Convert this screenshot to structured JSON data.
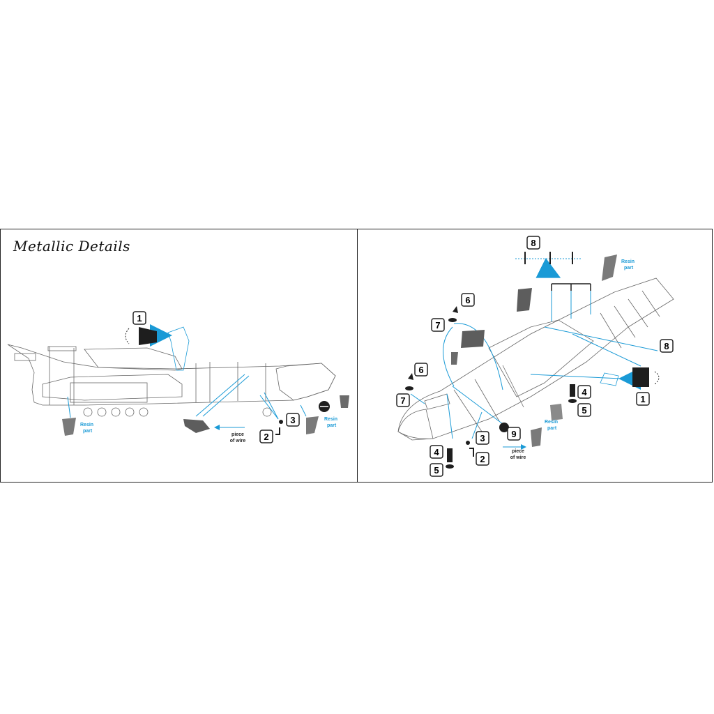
{
  "brand": "Metallic Details",
  "left_panel": {
    "callouts": [
      "1",
      "2",
      "3"
    ],
    "notes": {
      "resin_a": [
        "Resin",
        "part"
      ],
      "resin_b": [
        "Resin",
        "part"
      ],
      "wire": [
        "piece",
        "of wire"
      ]
    }
  },
  "right_panel": {
    "callouts": [
      "1",
      "2",
      "3",
      "4",
      "4",
      "5",
      "5",
      "6",
      "6",
      "7",
      "7",
      "8",
      "8",
      "9"
    ],
    "notes": {
      "resin_a": [
        "Resin",
        "part"
      ],
      "resin_b": [
        "Resin",
        "part"
      ],
      "wire": [
        "piece",
        "of wire"
      ]
    }
  },
  "colors": {
    "accent": "#1a9ad6",
    "line": "#555555",
    "part": "#7a7a7a",
    "dark": "#1e1e1e"
  }
}
